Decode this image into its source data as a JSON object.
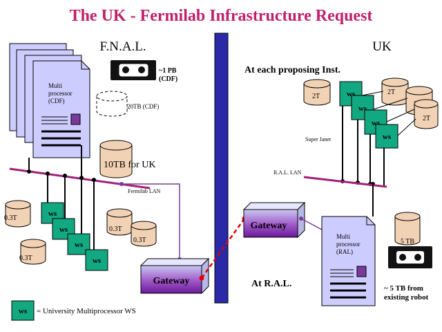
{
  "title": "The UK - Fermilab Infrastructure Request",
  "colors": {
    "title": "#c0206a",
    "lan": "#a0207a",
    "ws_fill": "#12a882",
    "divider": "#2a2aa8",
    "cylinder": "#f2d2b4",
    "server_fill": "#ccccff",
    "link_red": "#e00000"
  },
  "fnal": {
    "heading": "F.N.A.L.",
    "server_label": "Multi\nprocessor\n(CDF)",
    "tape_label": "~1 PB\n(CDF)",
    "disk_20tb_label": "20TB (CDF)",
    "disk_10tb_label": "10TB  for UK",
    "lan_label": "Fermilab LAN",
    "ws_label": "ws",
    "disk_03t_label": "0.3T",
    "gateway_label": "Gateway"
  },
  "uk": {
    "heading": "UK",
    "subheading": "At each proposing Inst.",
    "disk_2t_label": "2T",
    "ws_label": "ws",
    "superjanet_label": "Super Janet",
    "ral_lan_label": "R.A.L. LAN",
    "gateway_label": "Gateway",
    "server_label": "Multi\nprocessor\n(RAL)",
    "disk_5tb_label": "5 TB",
    "at_ral_label": "At R.A.L.",
    "robot_label": "~ 5 TB from\nexisting robot"
  },
  "legend": {
    "box_label": "ws",
    "text": "= University Multiprocessor WS"
  }
}
